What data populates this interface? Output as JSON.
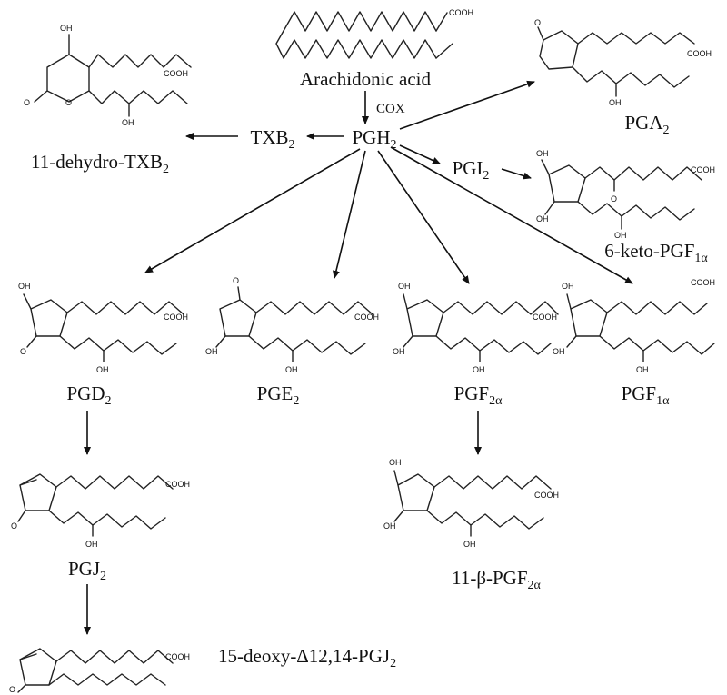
{
  "compounds": {
    "arachidonic": "Arachidonic acid",
    "pgh2": "PGH2",
    "txb2": "TXB2",
    "dehydro_txb2": "11-dehydro-TXB2",
    "pga2": "PGA2",
    "pgi2": "PGI2",
    "keto_pgf1a": "6-keto-PGF1α",
    "pgd2": "PGD2",
    "pge2": "PGE2",
    "pgf2a": "PGF2α",
    "pgf1a": "PGF1α",
    "pgj2": "PGJ2",
    "beta_pgf2a": "11-β-PGF2α",
    "deoxy_pgj2": "15-deoxy-Δ12,14-PGJ2"
  },
  "enzymes": {
    "cox": "COX"
  },
  "atoms": {
    "cooh": "COOH",
    "oh": "OH",
    "o": "O"
  }
}
